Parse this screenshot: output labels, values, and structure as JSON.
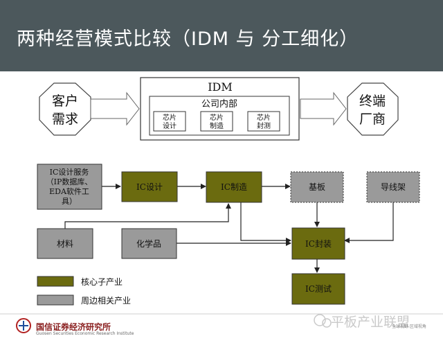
{
  "title": "两种经营模式比较（IDM 与 分工细化）",
  "idm_flow": {
    "customer": [
      "客户",
      "需求"
    ],
    "idm_label": "IDM",
    "inside_label": "公司内部",
    "steps": [
      [
        "芯片",
        "设计"
      ],
      [
        "芯片",
        "制造"
      ],
      [
        "芯片",
        "封测"
      ]
    ],
    "terminal": [
      "终端",
      "厂商"
    ]
  },
  "chain": {
    "ic_design_service": [
      "IC设计服务",
      "（IP数据库、",
      "EDA软件工",
      "具）"
    ],
    "ic_design": "IC设计",
    "ic_manufacturing": "IC制造",
    "substrate": "基板",
    "lead_frame": "导线架",
    "materials": "材料",
    "chemicals": "化学品",
    "ic_packaging": "IC封装",
    "ic_testing": "IC测试"
  },
  "legend": [
    {
      "label": "核心子产业",
      "color": "#6b6b0f"
    },
    {
      "label": "周边相关产业",
      "color": "#9a9a9a"
    }
  ],
  "footer": {
    "logo_text": "国信证券经济研究所",
    "logo_sub": "Guosen Securities Economic Research Institute",
    "watermark": "平板产业联盟",
    "watermark_sub": "全球视野 区域视角"
  },
  "colors": {
    "title_bar": "#4c585c",
    "core": "#6b6b0f",
    "related": "#9a9a9a"
  }
}
